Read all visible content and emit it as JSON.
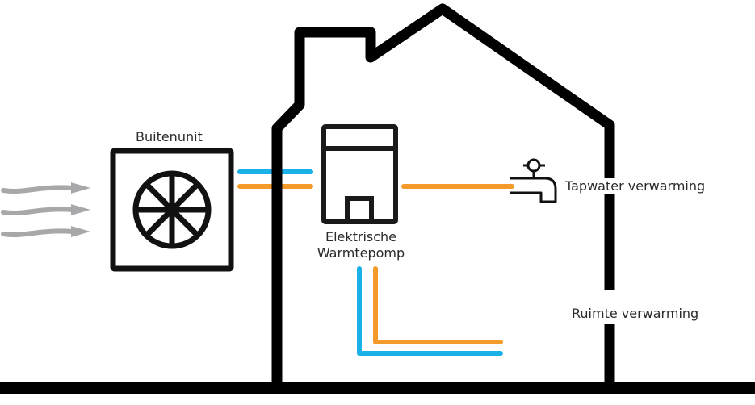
{
  "diagram": {
    "type": "heat-pump-system",
    "labels": {
      "outdoor_unit": "Buitenunit",
      "heat_pump_line1": "Elektrische",
      "heat_pump_line2": "Warmtepomp",
      "tap_water": "Tapwater verwarming",
      "space_heating": "Ruimte verwarming"
    },
    "nodes": [
      {
        "id": "air-intake",
        "label": "",
        "icon": "airflow-arrows-icon"
      },
      {
        "id": "outdoor-unit",
        "label": "Buitenunit",
        "icon": "fan-icon"
      },
      {
        "id": "heat-pump",
        "label": "Elektrische Warmtepomp",
        "icon": "boiler-unit-icon"
      },
      {
        "id": "tap-water",
        "label": "Tapwater verwarming",
        "icon": "faucet-icon"
      },
      {
        "id": "space-heating",
        "label": "Ruimte verwarming",
        "icon": "radiator-icon"
      }
    ],
    "edges": [
      {
        "from": "outdoor-unit",
        "to": "heat-pump",
        "kind": "cold-pipe"
      },
      {
        "from": "outdoor-unit",
        "to": "heat-pump",
        "kind": "hot-pipe"
      },
      {
        "from": "heat-pump",
        "to": "tap-water",
        "kind": "hot-pipe"
      },
      {
        "from": "heat-pump",
        "to": "space-heating",
        "kind": "hot-pipe"
      },
      {
        "from": "heat-pump",
        "to": "space-heating",
        "kind": "cold-pipe"
      }
    ],
    "colors": {
      "cold": "#1ab0e8",
      "hot": "#f39a2b",
      "outline": "#000000",
      "airflow": "#a8a8ab",
      "text": "#2b2b2b"
    }
  }
}
